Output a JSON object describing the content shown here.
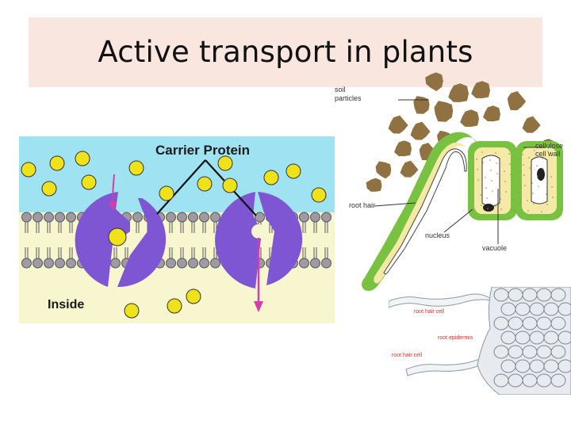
{
  "slide": {
    "title": "Active transport in plants"
  },
  "carrier_diagram": {
    "label_top": "Carrier Protein",
    "label_inside": "Inside",
    "colors": {
      "outside": "#9fe3f2",
      "inside": "#f7f6cf",
      "protein": "#7e55d2",
      "ion": "#f0e21a",
      "arrow": "#d63da8",
      "lipid_head": "#9d9aa6"
    }
  },
  "root_hair_diagram": {
    "labels": {
      "soil_particles": "soil\nparticles",
      "cellulose": "cellulose\ncell wall",
      "root_hair": "root hair",
      "nucleus": "nucleus",
      "vacuole": "vacuole"
    },
    "colors": {
      "soil": "#8f7142",
      "wall": "#79c140",
      "cytoplasm": "#f4e9a6"
    }
  },
  "micrograph": {
    "labels": {
      "root_hair_cell_1": "root hair cell",
      "root_epidermis": "root epidermis",
      "root_hair_cell_2": "root hair cell"
    },
    "label_color": "#e0302a"
  }
}
